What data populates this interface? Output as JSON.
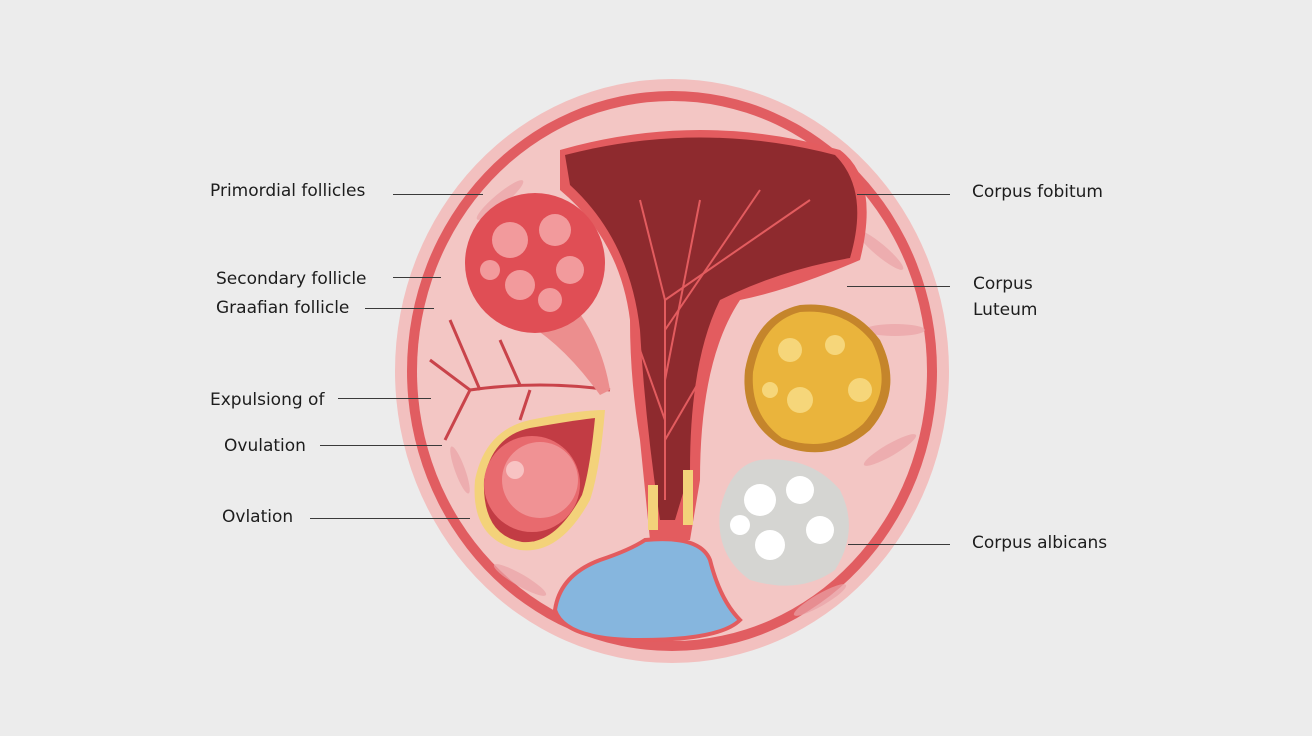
{
  "labels": {
    "primordial_follicles": "Primordial follicles",
    "secondary_follicle": "Secondary follicle",
    "graafian_follicle": "Graafian follicle",
    "expulsiong_of": "Expulsiong of",
    "ovulation": "Ovulation",
    "ovlation": "Ovlation",
    "corpus_fobitum": "Corpus fobitum",
    "corpus_luteum_line1": "Corpus",
    "corpus_luteum_line2": "Luteum",
    "corpus_albicans": "Corpus albicans"
  },
  "colors": {
    "background": "#ececec",
    "outer_halo": "#f2c0bf",
    "outer_ring": "#e15d61",
    "stroma": "#f3c6c4",
    "dark_red": "#8e2a2e",
    "corpus_luteum": "#eab43c",
    "corpus_albicans": "#e9e9e6",
    "fluid": "#86b6de"
  }
}
